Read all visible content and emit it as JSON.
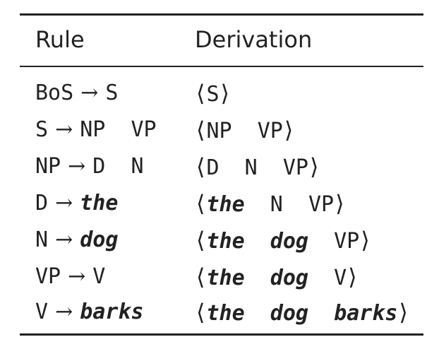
{
  "table": {
    "headers": {
      "rule": "Rule",
      "derivation": "Derivation"
    },
    "rows": [
      {
        "lhs": "BoS",
        "rhs": "S",
        "rhs_italic": false,
        "derivation": "S",
        "deriv_mixed": null
      },
      {
        "lhs": "S",
        "rhs": "NP  VP",
        "rhs_italic": false,
        "derivation": "NP  VP",
        "deriv_mixed": null
      },
      {
        "lhs": "NP",
        "rhs": "D  N",
        "rhs_italic": false,
        "derivation": "D  N  VP",
        "deriv_mixed": null
      },
      {
        "lhs": "D",
        "rhs": "the",
        "rhs_italic": true,
        "derivation_it": "the",
        "derivation_rest": "  N  VP"
      },
      {
        "lhs": "N",
        "rhs": "dog",
        "rhs_italic": true,
        "derivation_it": "the  dog",
        "derivation_rest": "  VP"
      },
      {
        "lhs": "VP",
        "rhs": "V",
        "rhs_italic": false,
        "derivation_it": "the  dog",
        "derivation_rest": "  V"
      },
      {
        "lhs": "V",
        "rhs": "barks",
        "rhs_italic": true,
        "derivation_it": "the  dog  barks",
        "derivation_rest": ""
      }
    ],
    "arrow": "→",
    "left_angle": "⟨",
    "right_angle": "⟩"
  }
}
